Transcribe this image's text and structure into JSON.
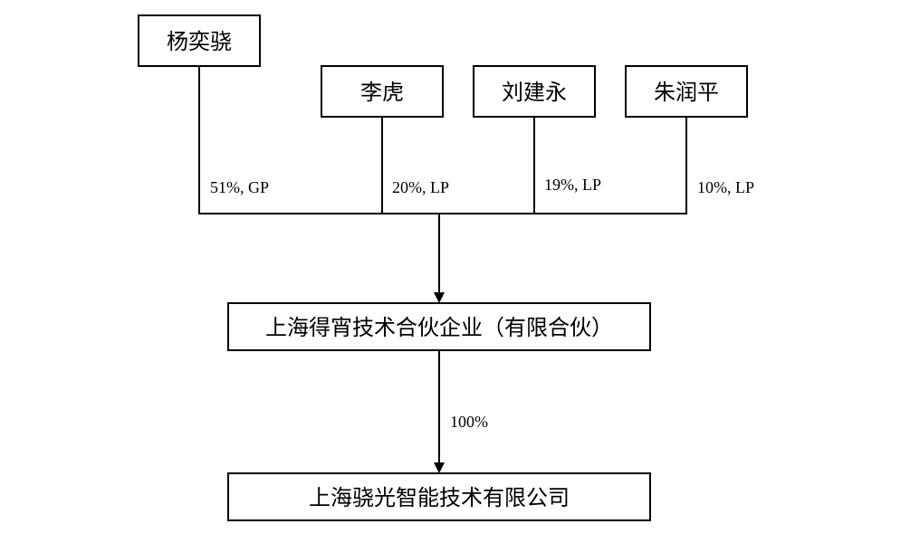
{
  "diagram": {
    "nodes": {
      "yang_yixiao": "杨奕骁",
      "li_hu": "李虎",
      "liu_jianyong": "刘建永",
      "zhu_runping": "朱润平",
      "partnership": "上海得宵技术合伙企业（有限合伙）",
      "company": "上海骁光智能技术有限公司"
    },
    "edges": {
      "yang_yixiao_share": "51%, GP",
      "li_hu_share": "20%, LP",
      "liu_jianyong_share": "19%, LP",
      "zhu_runping_share": "10%, LP",
      "partnership_to_company": "100%"
    }
  }
}
